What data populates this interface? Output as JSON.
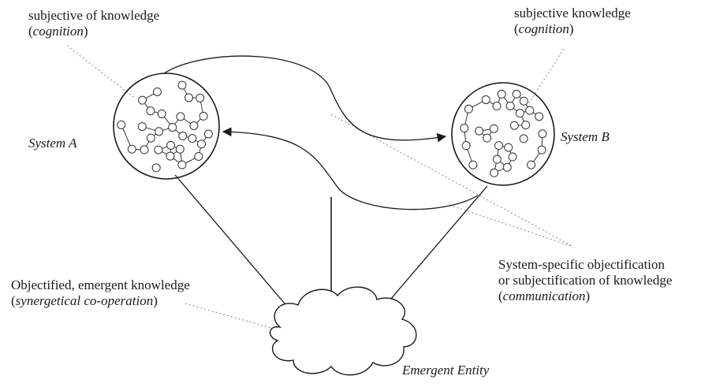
{
  "labels": {
    "cognition_a": {
      "line1": "subjective of knowledge",
      "open": "(",
      "term": "cognition",
      "close": ")"
    },
    "cognition_b": {
      "line1": "subjective knowledge",
      "open": "(",
      "term": "cognition",
      "close": ")"
    },
    "system_a": "System A",
    "system_b": "System B",
    "emergent_knowledge": {
      "line1": "Objectified, emergent knowledge",
      "open": "(",
      "term": "synergetical co-operation",
      "close": ")"
    },
    "communication": {
      "line1": "System-specific objectification",
      "line2": "or subjectification of knowledge",
      "open": "(",
      "term": "communication",
      "close": ")"
    },
    "emergent_entity": "Emergent Entity"
  },
  "colors": {
    "ink": "#1a1a1a",
    "dotted": "#8a8a8a",
    "node": "#333333"
  },
  "icons": {
    "arrowhead": "filled-triangle",
    "cloud": "scalloped-outline"
  }
}
